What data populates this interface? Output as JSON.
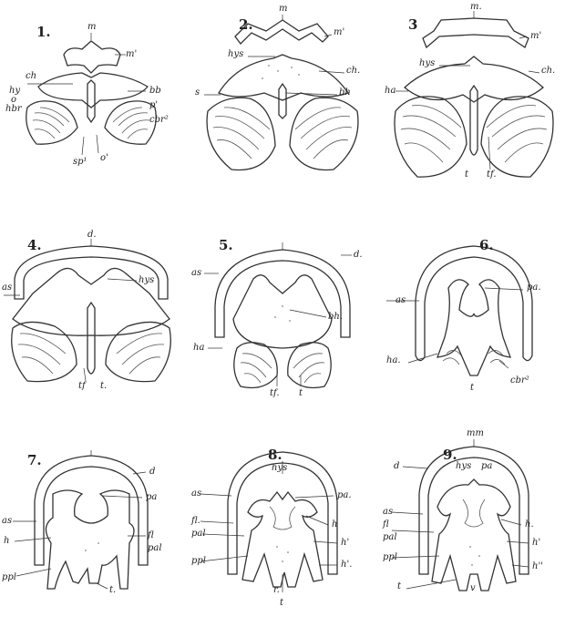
{
  "panels": [
    {
      "number": "1.",
      "labels": {
        "m": "m",
        "m1": "m'",
        "ch": "ch",
        "hy": "hy",
        "o": "o",
        "hbr": "hbr",
        "bb": "bb",
        "p1": "p'",
        "cbr2": "cbr²",
        "sp1": "sp¹",
        "o1": "o'"
      }
    },
    {
      "number": "2.",
      "labels": {
        "m": "m",
        "m1": "m'",
        "hys": "hys",
        "ch": "ch.",
        "s": "s",
        "bh": "bh"
      }
    },
    {
      "number": "3",
      "labels": {
        "m": "m.",
        "m1": "m'",
        "hys": "hys",
        "ch": "ch.",
        "ha": "ha",
        "t": "t",
        "tf": "tf."
      }
    },
    {
      "number": "4.",
      "labels": {
        "d": "d.",
        "as": "as",
        "hys": "hys",
        "tf": "tf",
        "t": "t."
      }
    },
    {
      "number": "5.",
      "labels": {
        "d": "d.",
        "as": "as",
        "ha": "ha",
        "bh": "bh.",
        "tf": "tf.",
        "t": "t"
      }
    },
    {
      "number": "6.",
      "labels": {
        "as": "as",
        "pa": "pa.",
        "ha": "ha.",
        "t": "t",
        "cbr2": "cbr²"
      }
    },
    {
      "number": "7.",
      "labels": {
        "d": "d",
        "as": "as",
        "pa": "pa",
        "h": "h",
        "fl": "fl",
        "pal": "pal",
        "ppl": "ppl",
        "t": "t."
      }
    },
    {
      "number": "8.",
      "labels": {
        "hys": "hys",
        "as": "as",
        "pa": "pa.",
        "fl": "fl.",
        "h": "h",
        "pal": "pal",
        "h1": "h'",
        "ppl": "ppl",
        "h2": "h'.",
        "r": "r.",
        "t": "t"
      }
    },
    {
      "number": "9.",
      "labels": {
        "mm": "mm",
        "d": "d",
        "hys": "hys",
        "pa": "pa",
        "as": "as",
        "h": "h.",
        "fl": "fl",
        "pal": "pal",
        "h1": "h'",
        "ppl": "ppl",
        "h2": "h''",
        "t": "t",
        "r": "v"
      }
    }
  ]
}
